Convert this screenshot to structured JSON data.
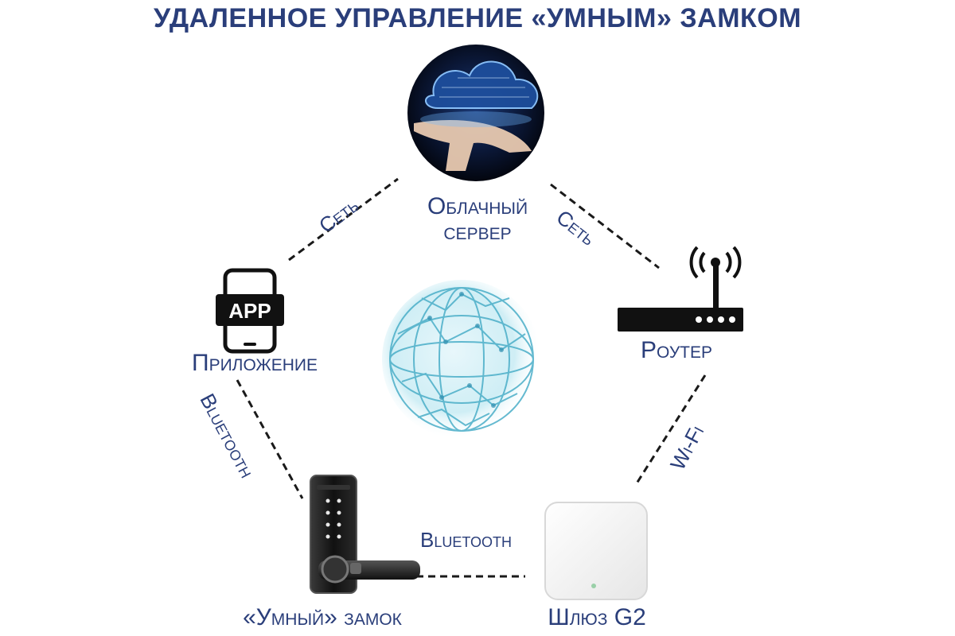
{
  "title": "УДАЛЕННОЕ УПРАВЛЕНИЕ «УМНЫМ» ЗАМКОМ",
  "nodes": {
    "cloud": {
      "label_line1": "Облачный",
      "label_line2": "сервер",
      "icon": "cloud-hand-icon"
    },
    "app": {
      "label": "Приложение",
      "icon_text": "APP",
      "icon": "smartphone-app-icon"
    },
    "router": {
      "label": "Роутер",
      "icon": "router-icon"
    },
    "lock": {
      "label": "«Умный» замок",
      "icon": "smart-lock-icon"
    },
    "gateway": {
      "label": "Шлюз G2",
      "icon": "gateway-box-icon"
    }
  },
  "links": {
    "app_cloud": "Сеть",
    "cloud_router": "Сеть",
    "app_lock": "Bluetooth",
    "lock_gateway": "Bluetooth",
    "router_gateway": "Wi-Fi"
  },
  "colors": {
    "text": "#2a3e7a",
    "line": "#1a1a1a",
    "globe": "#4aaec8"
  }
}
